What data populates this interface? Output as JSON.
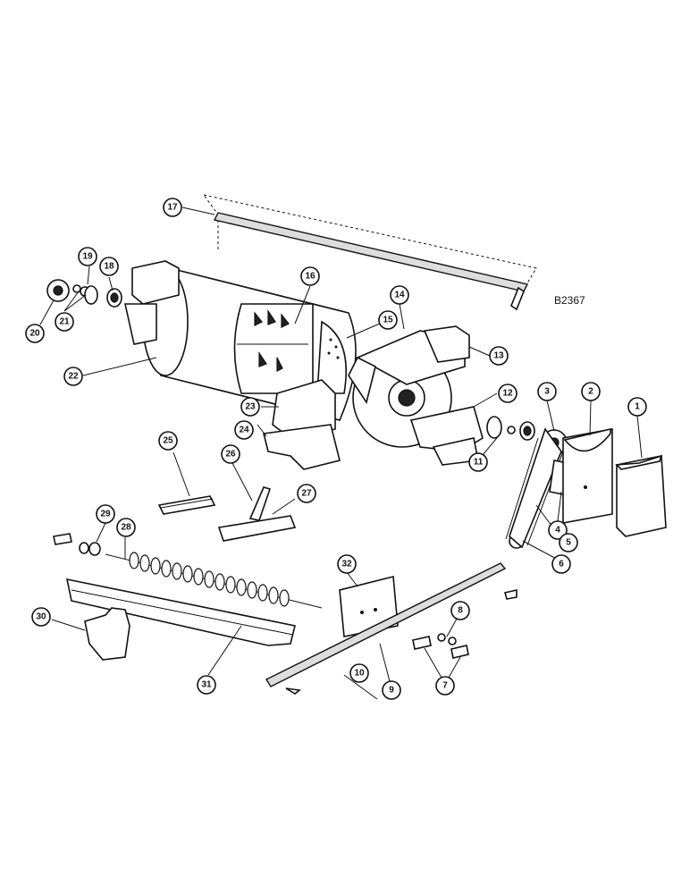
{
  "drawing_ref": "B2367",
  "callouts": [
    "1",
    "2",
    "3",
    "4",
    "5",
    "6",
    "7",
    "8",
    "9",
    "10",
    "11",
    "12",
    "13",
    "14",
    "15",
    "16",
    "17",
    "18",
    "19",
    "20",
    "21",
    "22",
    "23",
    "24",
    "25",
    "26",
    "27",
    "28",
    "29",
    "30",
    "31",
    "32"
  ]
}
